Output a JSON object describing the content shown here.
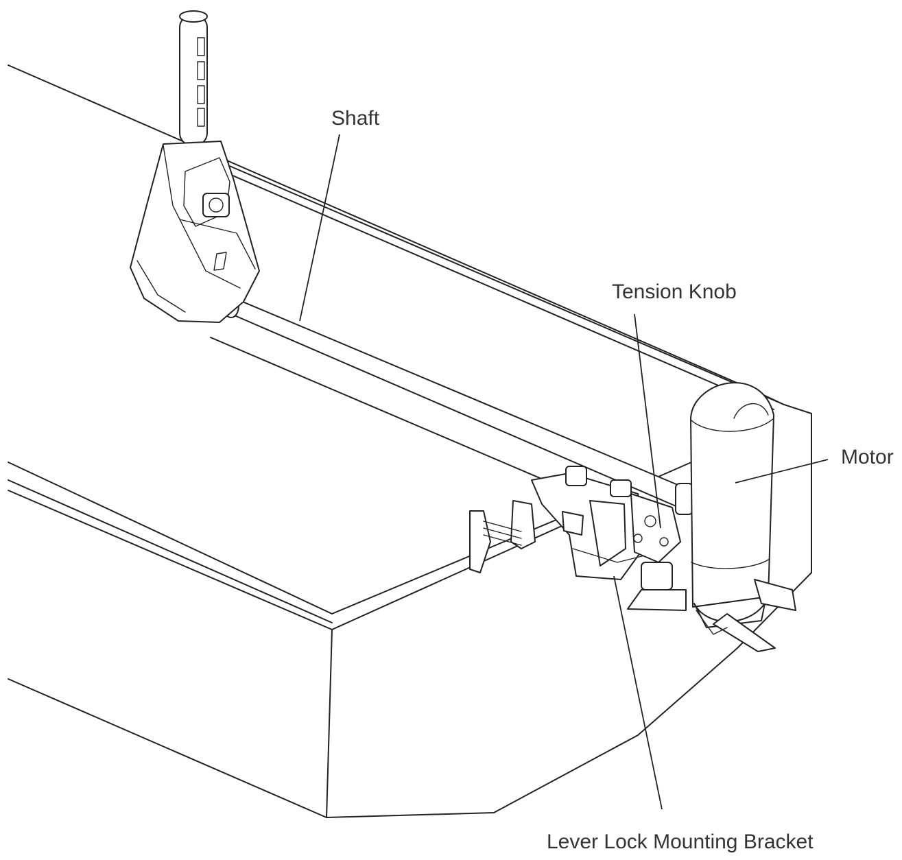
{
  "labels": {
    "shaft": "Shaft",
    "tension_knob": "Tension Knob",
    "motor": "Motor",
    "lever_lock_mounting_bracket": "Lever Lock Mounting Bracket"
  },
  "colors": {
    "line": "#222222",
    "label_text": "#333333",
    "background": "#ffffff"
  }
}
